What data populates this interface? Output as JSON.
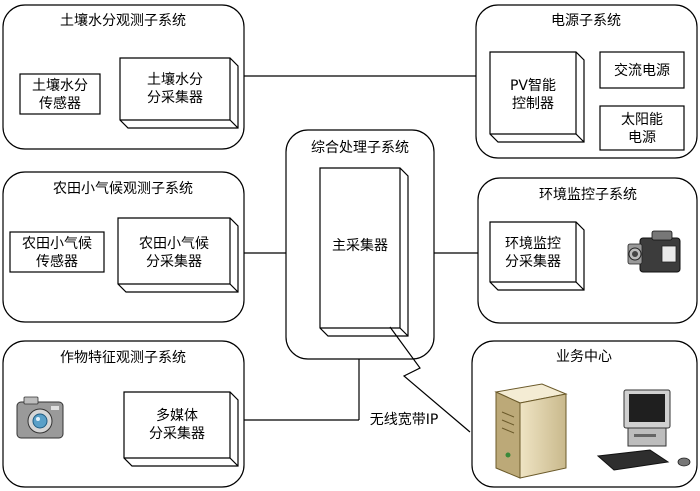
{
  "soil": {
    "title": "土壤水分观测子系统",
    "sensor": [
      "土壤水分",
      "传感器"
    ],
    "collector": [
      "土壤水分",
      "分采集器"
    ]
  },
  "climate": {
    "title": "农田小气候观测子系统",
    "sensor": [
      "农田小气候",
      "传感器"
    ],
    "collector": [
      "农田小气候",
      "分采集器"
    ]
  },
  "crop": {
    "title": "作物特征观测子系统",
    "collector": [
      "多媒体",
      "分采集器"
    ]
  },
  "processing": {
    "title": "综合处理子系统",
    "main": "主采集器"
  },
  "power": {
    "title": "电源子系统",
    "controller": [
      "PV智能",
      "控制器"
    ],
    "ac": "交流电源",
    "solar": [
      "太阳能",
      "电源"
    ]
  },
  "env": {
    "title": "环境监控子系统",
    "collector": [
      "环境监控",
      "分采集器"
    ]
  },
  "business": {
    "title": "业务中心"
  },
  "link": {
    "label": "无线宽带IP"
  }
}
